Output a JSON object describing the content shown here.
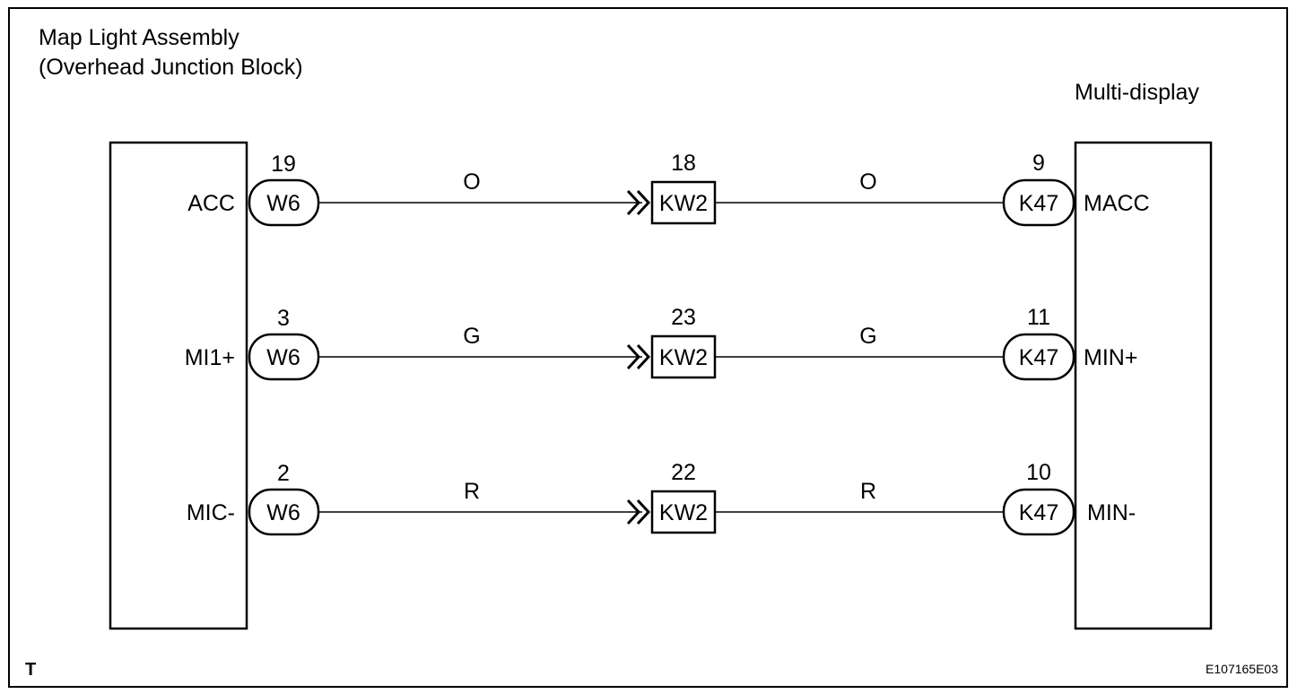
{
  "left_component": {
    "title_line1": "Map Light Assembly",
    "title_line2": "(Overhead Junction Block)"
  },
  "right_component": {
    "title": "Multi-display"
  },
  "circuits": [
    {
      "left_terminal": "ACC",
      "left_pin": "19",
      "left_connector": "W6",
      "wire_color_left": "O",
      "junction_pin": "18",
      "junction_connector": "KW2",
      "wire_color_right": "O",
      "right_pin": "9",
      "right_connector": "K47",
      "right_terminal": "MACC"
    },
    {
      "left_terminal": "MI1+",
      "left_pin": "3",
      "left_connector": "W6",
      "wire_color_left": "G",
      "junction_pin": "23",
      "junction_connector": "KW2",
      "wire_color_right": "G",
      "right_pin": "11",
      "right_connector": "K47",
      "right_terminal": "MIN+"
    },
    {
      "left_terminal": "MIC-",
      "left_pin": "2",
      "left_connector": "W6",
      "wire_color_left": "R",
      "junction_pin": "22",
      "junction_connector": "KW2",
      "wire_color_right": "R",
      "right_pin": "10",
      "right_connector": "K47",
      "right_terminal": "MIN-"
    }
  ],
  "corner_mark": "T",
  "figure_id": "E107165E03"
}
